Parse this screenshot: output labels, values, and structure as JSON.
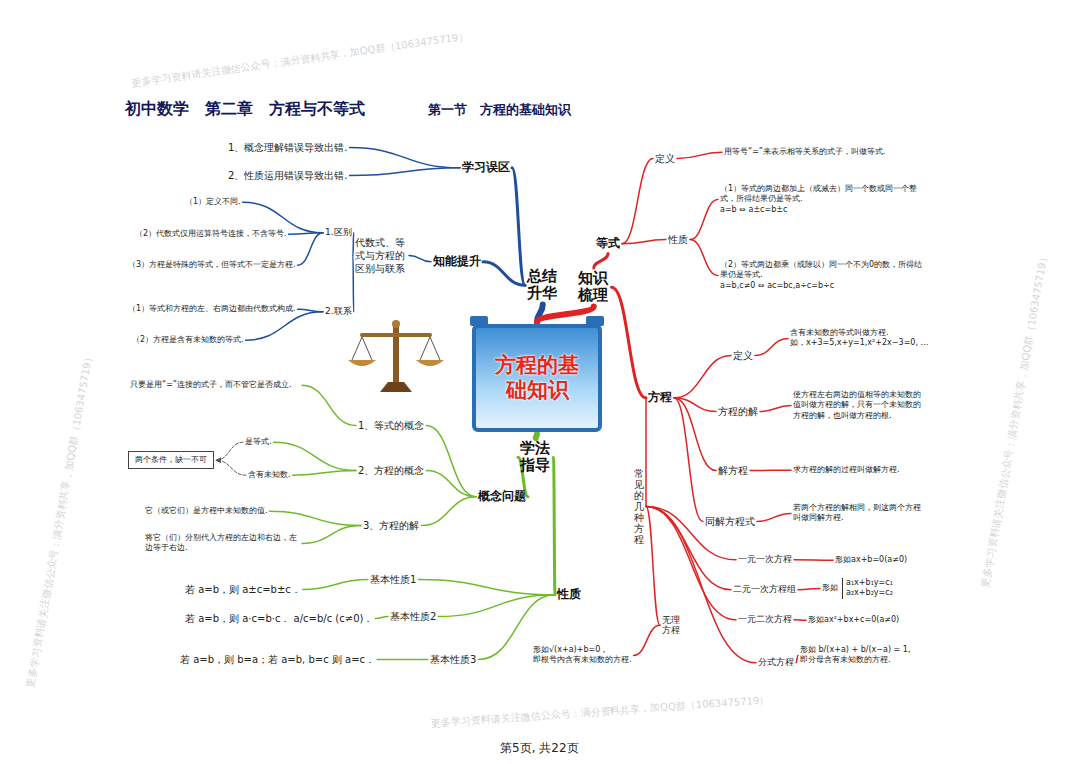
{
  "diagram": {
    "title": "初中数学　第二章　方程与不等式",
    "caption": "第5页, 共22页",
    "nodes": [
      {
        "text": [
          "方程的基础知识"
        ]
      },
      {
        "text": [
          "总结升华"
        ]
      },
      {
        "text": [
          "知识梳理"
        ]
      },
      {
        "text": [
          "学法指导"
        ]
      },
      {
        "text": [
          "学习误区"
        ]
      },
      {
        "text": [
          "1、概念理解错误导致出错."
        ]
      },
      {
        "text": [
          "2、性质运用错误导致出错."
        ]
      },
      {
        "text": [
          "知能提升"
        ]
      },
      {
        "text": [
          "代数式、等式与方程的区别与联系"
        ]
      },
      {
        "text": [
          "1.区别"
        ]
      },
      {
        "text": [
          "（1）定义不同."
        ]
      },
      {
        "text": [
          "（2）代数式仅用运算符号连接，不含等号."
        ]
      },
      {
        "text": [
          "（3）方程是特殊的等式，但等式不一定是方程."
        ]
      },
      {
        "text": [
          "2.联系"
        ]
      },
      {
        "text": [
          "（1）等式和方程的左、右两边都由代数式构成."
        ]
      },
      {
        "text": [
          "（2）方程是含有未知数的等式."
        ]
      },
      {
        "text": [
          "等式"
        ]
      },
      {
        "text": [
          "定义"
        ]
      },
      {
        "text": [
          "用等号“=”来表示相等关系的式子，叫做等式."
        ]
      },
      {
        "text": [
          "性质"
        ]
      },
      {
        "text": [
          "（1）等式的两边都加上（或减去）同一个数或同一个整式，所得结果仍是等式.",
          "a=b ⇔ a±c=b±c"
        ]
      },
      {
        "text": [
          "（2）等式两边都乘（或除以）同一个不为0的数，所得结果仍是等式.",
          "a=b,c≠0 ⇔ ac=bc,a÷c=b÷c"
        ]
      },
      {
        "text": [
          "方程"
        ]
      },
      {
        "text": [
          "定义"
        ]
      },
      {
        "text": [
          "含有未知数的等式叫做方程.",
          "如，x+3=5,x+y=1,x²+2x−3=0, …"
        ]
      },
      {
        "text": [
          "方程的解"
        ]
      },
      {
        "text": [
          "使方程左右两边的值相等的未知数的值叫做方程的解，只有一个未知数的方程的解，也叫做方程的根."
        ]
      },
      {
        "text": [
          "解方程"
        ]
      },
      {
        "text": [
          "求方程的解的过程叫做解方程."
        ]
      },
      {
        "text": [
          "同解方程式"
        ]
      },
      {
        "text": [
          "若两个方程的解相同，则这两个方程叫做同解方程."
        ]
      },
      {
        "text": [
          "常见的几种方程"
        ]
      },
      {
        "text": [
          "一元一次方程"
        ]
      },
      {
        "text": [
          "形如ax+b=0(a≠0)"
        ]
      },
      {
        "text": [
          "二元一次方程组"
        ]
      },
      {
        "text": [
          "形如",
          "a₁x+b₁y=c₁",
          "a₂x+b₂y=c₂"
        ]
      },
      {
        "text": [
          "一元二次方程"
        ]
      },
      {
        "text": [
          "形如ax²+bx+c=0(a≠0)"
        ]
      },
      {
        "text": [
          "分式方程"
        ]
      },
      {
        "text": [
          "形如 b/(x+a) + b/(x−a) = 1,",
          "即分母含有未知数的方程."
        ]
      },
      {
        "text": [
          "无理方程"
        ]
      },
      {
        "text": [
          "形如√(x+a)+b=0，",
          "即根号内含有未知数的方程."
        ]
      },
      {
        "text": [
          "概念问题"
        ]
      },
      {
        "text": [
          "1、等式的概念"
        ]
      },
      {
        "text": [
          "只要是用“=”连接的式子，而不管它是否成立."
        ]
      },
      {
        "text": [
          "2、方程的概念"
        ]
      },
      {
        "text": [
          "两个条件，缺一不可"
        ]
      },
      {
        "text": [
          "是等式."
        ]
      },
      {
        "text": [
          "含有未知数."
        ]
      },
      {
        "text": [
          "3、方程的解"
        ]
      },
      {
        "text": [
          "它（或它们）是方程中未知数的值."
        ]
      },
      {
        "text": [
          "将它（们）分别代入方程的左边和右边，左边等于右边."
        ]
      },
      {
        "text": [
          "性质"
        ]
      },
      {
        "text": [
          "基本性质1"
        ]
      },
      {
        "text": [
          "若 a=b，则 a±c=b±c．"
        ]
      },
      {
        "text": [
          "基本性质2"
        ]
      },
      {
        "text": [
          "若 a=b，则 a·c=b·c．  a/c=b/c (c≠0)．"
        ]
      },
      {
        "text": [
          "基本性质3"
        ]
      },
      {
        "text": [
          "若 a=b，则 b=a；若 a=b, b=c 则 a=c．"
        ]
      }
    ],
    "edges": [
      {
        "from": 0,
        "to": 1,
        "arrow": "none"
      },
      {
        "from": 0,
        "to": 2,
        "arrow": "none"
      },
      {
        "from": 0,
        "to": 3,
        "arrow": "none"
      },
      {
        "from": 1,
        "to": 4,
        "arrow": "none"
      },
      {
        "from": 4,
        "to": 5,
        "arrow": "none"
      },
      {
        "from": 4,
        "to": 6,
        "arrow": "none"
      },
      {
        "from": 1,
        "to": 7,
        "arrow": "none"
      },
      {
        "from": 7,
        "to": 8,
        "arrow": "none"
      },
      {
        "from": 8,
        "to": 9,
        "arrow": "none"
      },
      {
        "from": 9,
        "to": 10,
        "arrow": "none"
      },
      {
        "from": 9,
        "to": 11,
        "arrow": "none"
      },
      {
        "from": 9,
        "to": 12,
        "arrow": "none"
      },
      {
        "from": 8,
        "to": 13,
        "arrow": "none"
      },
      {
        "from": 13,
        "to": 14,
        "arrow": "none"
      },
      {
        "from": 13,
        "to": 15,
        "arrow": "none"
      },
      {
        "from": 2,
        "to": 16,
        "arrow": "none"
      },
      {
        "from": 16,
        "to": 17,
        "arrow": "none"
      },
      {
        "from": 17,
        "to": 18,
        "arrow": "none"
      },
      {
        "from": 16,
        "to": 19,
        "arrow": "none"
      },
      {
        "from": 19,
        "to": 20,
        "arrow": "none"
      },
      {
        "from": 19,
        "to": 21,
        "arrow": "none"
      },
      {
        "from": 2,
        "to": 22,
        "arrow": "none"
      },
      {
        "from": 22,
        "to": 23,
        "arrow": "none"
      },
      {
        "from": 23,
        "to": 24,
        "arrow": "none"
      },
      {
        "from": 22,
        "to": 25,
        "arrow": "none"
      },
      {
        "from": 25,
        "to": 26,
        "arrow": "none"
      },
      {
        "from": 22,
        "to": 27,
        "arrow": "none"
      },
      {
        "from": 27,
        "to": 28,
        "arrow": "none"
      },
      {
        "from": 22,
        "to": 29,
        "arrow": "none"
      },
      {
        "from": 29,
        "to": 30,
        "arrow": "none"
      },
      {
        "from": 22,
        "to": 31,
        "arrow": "none"
      },
      {
        "from": 31,
        "to": 32,
        "arrow": "none"
      },
      {
        "from": 32,
        "to": 33,
        "arrow": "none"
      },
      {
        "from": 31,
        "to": 34,
        "arrow": "none"
      },
      {
        "from": 34,
        "to": 35,
        "arrow": "none"
      },
      {
        "from": 31,
        "to": 36,
        "arrow": "none"
      },
      {
        "from": 36,
        "to": 37,
        "arrow": "none"
      },
      {
        "from": 31,
        "to": 38,
        "arrow": "none"
      },
      {
        "from": 38,
        "to": 39,
        "arrow": "none"
      },
      {
        "from": 31,
        "to": 40,
        "arrow": "none"
      },
      {
        "from": 40,
        "to": 41,
        "arrow": "none"
      },
      {
        "from": 3,
        "to": 42,
        "arrow": "none"
      },
      {
        "from": 42,
        "to": 43,
        "arrow": "none"
      },
      {
        "from": 43,
        "to": 44,
        "arrow": "none"
      },
      {
        "from": 42,
        "to": 45,
        "arrow": "none"
      },
      {
        "from": 45,
        "to": 47,
        "arrow": "none"
      },
      {
        "from": 45,
        "to": 48,
        "arrow": "none"
      },
      {
        "from": 47,
        "to": 46,
        "arrow": "to"
      },
      {
        "from": 48,
        "to": 46,
        "arrow": "to"
      },
      {
        "from": 42,
        "to": 49,
        "arrow": "none"
      },
      {
        "from": 49,
        "to": 50,
        "arrow": "none"
      },
      {
        "from": 49,
        "to": 51,
        "arrow": "none"
      },
      {
        "from": 3,
        "to": 52,
        "arrow": "none"
      },
      {
        "from": 52,
        "to": 53,
        "arrow": "none"
      },
      {
        "from": 53,
        "to": 54,
        "arrow": "none"
      },
      {
        "from": 52,
        "to": 55,
        "arrow": "none"
      },
      {
        "from": 55,
        "to": 56,
        "arrow": "none"
      },
      {
        "from": 52,
        "to": 57,
        "arrow": "none"
      },
      {
        "from": 57,
        "to": 58,
        "arrow": "none"
      }
    ],
    "labels": [
      "第一节　方程的基础知识",
      "更多学习资料请关注微信公众号：满分资料共享，加QQ群（1063475719）",
      "更多学习资料请关注微信公众号：满分资料共享，加QQ群（1063475719）",
      "更多学习资料请关注微信公众号：满分资料共享，加QQ群（1063475719）",
      "更多学习资料请关注微信公众号：满分资料共享，加QQ群（1063475719）"
    ]
  }
}
